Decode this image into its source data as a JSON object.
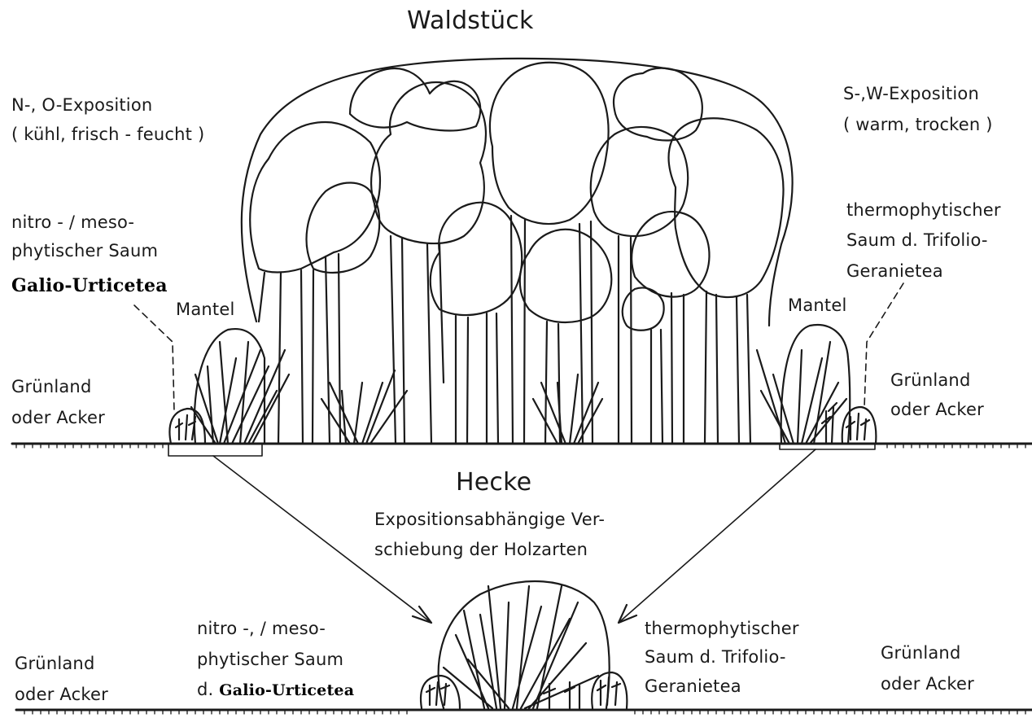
{
  "title_forest": "Waldstück",
  "left_exposition": {
    "line1": "N-, O-Exposition",
    "line2": "( kühl, frisch - feucht )"
  },
  "right_exposition": {
    "line1": "S-,W-Exposition",
    "line2": "( warm, trocken )"
  },
  "left_saum": {
    "line1": "nitro - / meso-",
    "line2": "phytischer Saum",
    "line3": "Galio-Urticetea"
  },
  "right_saum": {
    "line1": "thermophytischer",
    "line2": "Saum d. Trifolio-",
    "line3": "Geranietea"
  },
  "mantel_left": "Mantel",
  "mantel_right": "Mantel",
  "field_top_left": {
    "line1": "Grünland",
    "line2": "oder Acker"
  },
  "field_top_right": {
    "line1": "Grünland",
    "line2": "oder Acker"
  },
  "hecke": {
    "title": "Hecke",
    "desc1": "Expositionsabhängige Ver-",
    "desc2": "schiebung der Holzarten"
  },
  "bottom_left_saum": {
    "line1": "nitro -, / meso-",
    "line2": "phytischer Saum",
    "line3_prefix": "d.",
    "line3_name": "Galio-Urticetea"
  },
  "bottom_right_saum": {
    "line1": "thermophytischer",
    "line2": "Saum d. Trifolio-",
    "line3": "Geranietea"
  },
  "field_bottom_left": {
    "line1": "Grünland",
    "line2": "oder Acker"
  },
  "field_bottom_right": {
    "line1": "Grünland",
    "line2": "oder Acker"
  },
  "colors": {
    "ink": "#1a1a1a",
    "paper": "#ffffff"
  }
}
